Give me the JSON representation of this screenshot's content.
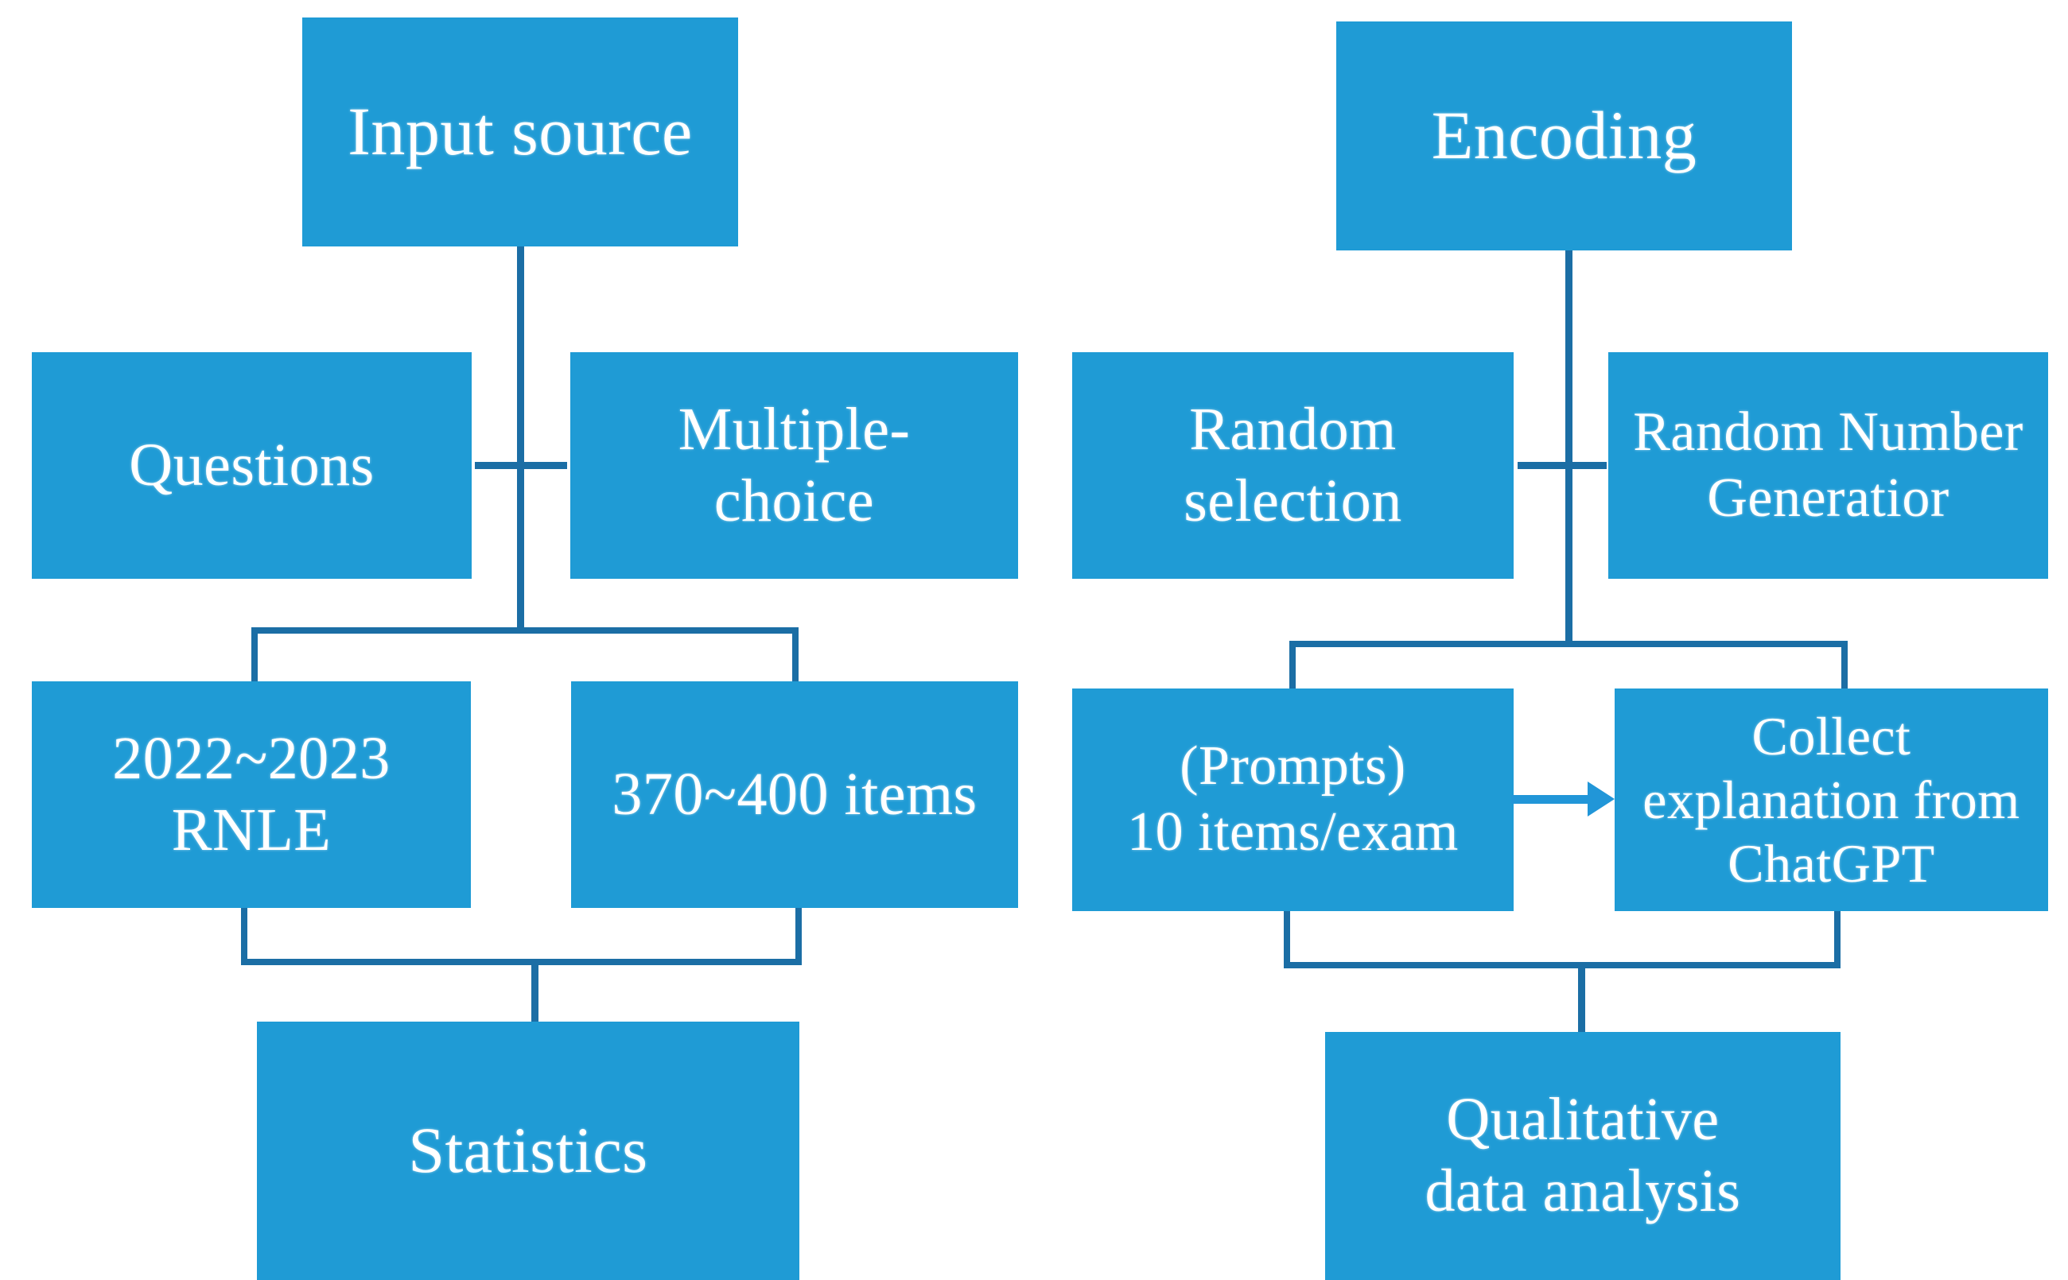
{
  "diagram": {
    "title": "Study workflow flowchart",
    "colors": {
      "node_fill": "#1f9bd5",
      "node_text": "#ffffff",
      "connector": "#1b6ea5",
      "arrow": "#2196d8",
      "background": "#ffffff"
    },
    "left_branch": {
      "root": {
        "label": "Input source"
      },
      "attributes": [
        {
          "label": "Questions"
        },
        {
          "label": "Multiple-\nchoice"
        }
      ],
      "details": [
        {
          "label": "2022~2023\nRNLE"
        },
        {
          "label": "370~400 items"
        }
      ],
      "outcome": {
        "label": "Statistics"
      }
    },
    "right_branch": {
      "root": {
        "label": "Encoding"
      },
      "attributes": [
        {
          "label": "Random\nselection"
        },
        {
          "label": "Random Number\nGeneratior"
        }
      ],
      "details": [
        {
          "label": "(Prompts)\n10 items/exam"
        },
        {
          "label": "Collect\nexplanation from\nChatGPT"
        }
      ],
      "outcome": {
        "label": "Qualitative\ndata analysis"
      },
      "flow_arrow": {
        "from": "(Prompts)\n10 items/exam",
        "to": "Collect\nexplanation from\nChatGPT"
      }
    }
  }
}
